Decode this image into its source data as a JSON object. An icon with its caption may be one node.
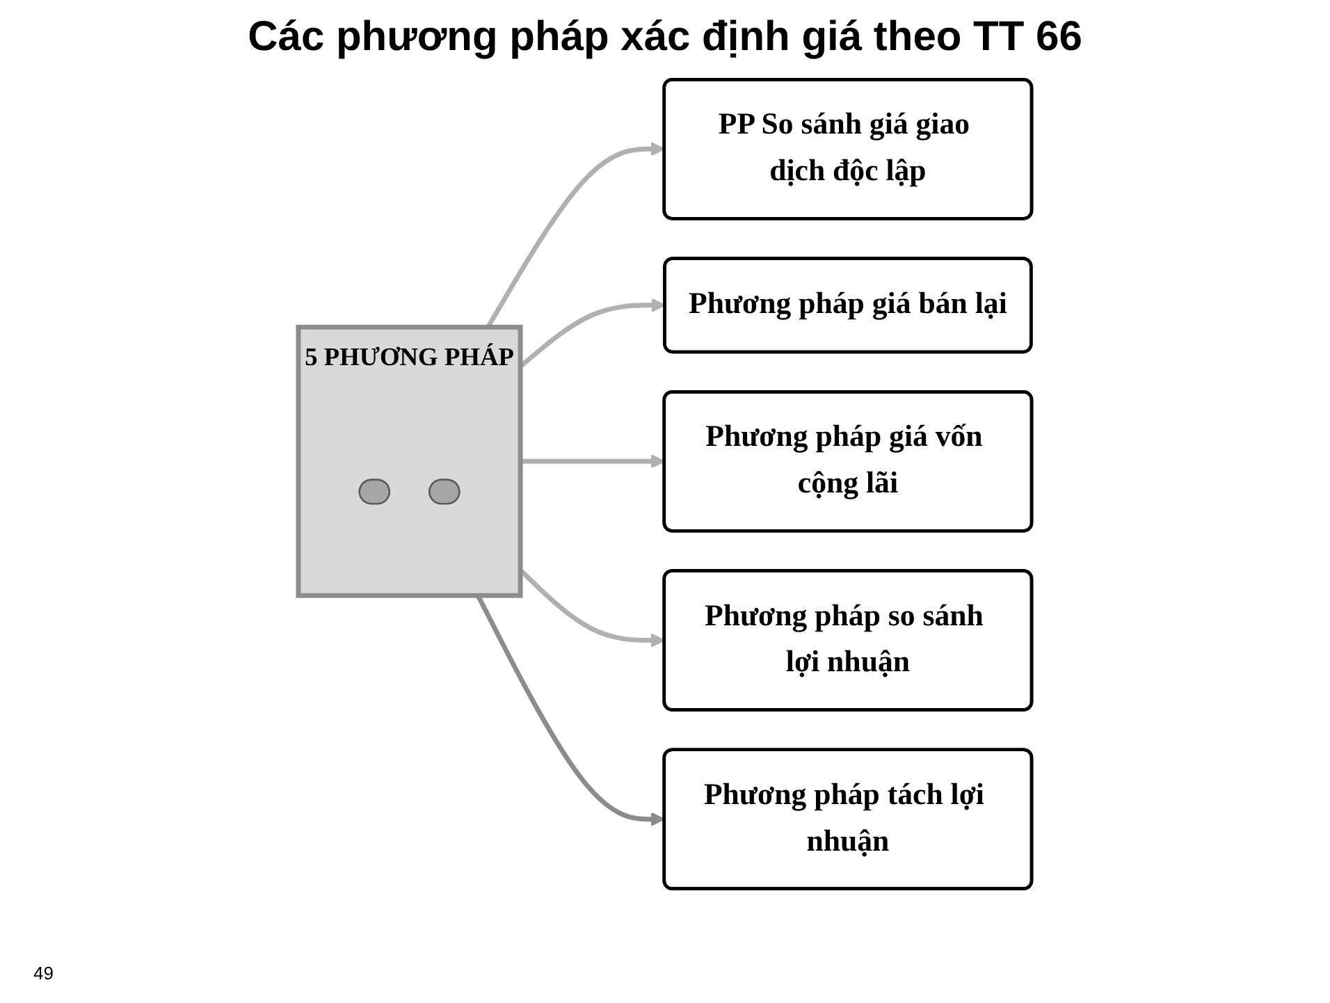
{
  "diagram": {
    "title": "Các phương pháp xác định giá theo TT 66",
    "nodes": [
      {
        "text": [
          "5 PHƯƠNG PHÁP"
        ]
      },
      {
        "text": [],
        "shape": "box",
        "in": 0
      },
      {
        "text": [],
        "shape": "box",
        "in": 0
      },
      {
        "text": [
          "PP So sánh giá giao dịch độc lập"
        ]
      },
      {
        "text": [
          "Phương pháp giá bán lại"
        ]
      },
      {
        "text": [
          "Phương pháp giá vốn cộng lãi"
        ]
      },
      {
        "text": [
          "Phương pháp so sánh lợi nhuận"
        ]
      },
      {
        "text": [
          "Phương pháp tách lợi nhuận"
        ]
      }
    ],
    "edges": [
      {
        "from": 0,
        "to": 3,
        "arrow": "to"
      },
      {
        "from": 0,
        "to": 4,
        "arrow": "to"
      },
      {
        "from": 0,
        "to": 5,
        "arrow": "to"
      },
      {
        "from": 0,
        "to": 6,
        "arrow": "to"
      },
      {
        "from": 0,
        "to": 7,
        "arrow": "to",
        "color": "#8c8c8c"
      }
    ],
    "labels": [
      "49"
    ]
  }
}
